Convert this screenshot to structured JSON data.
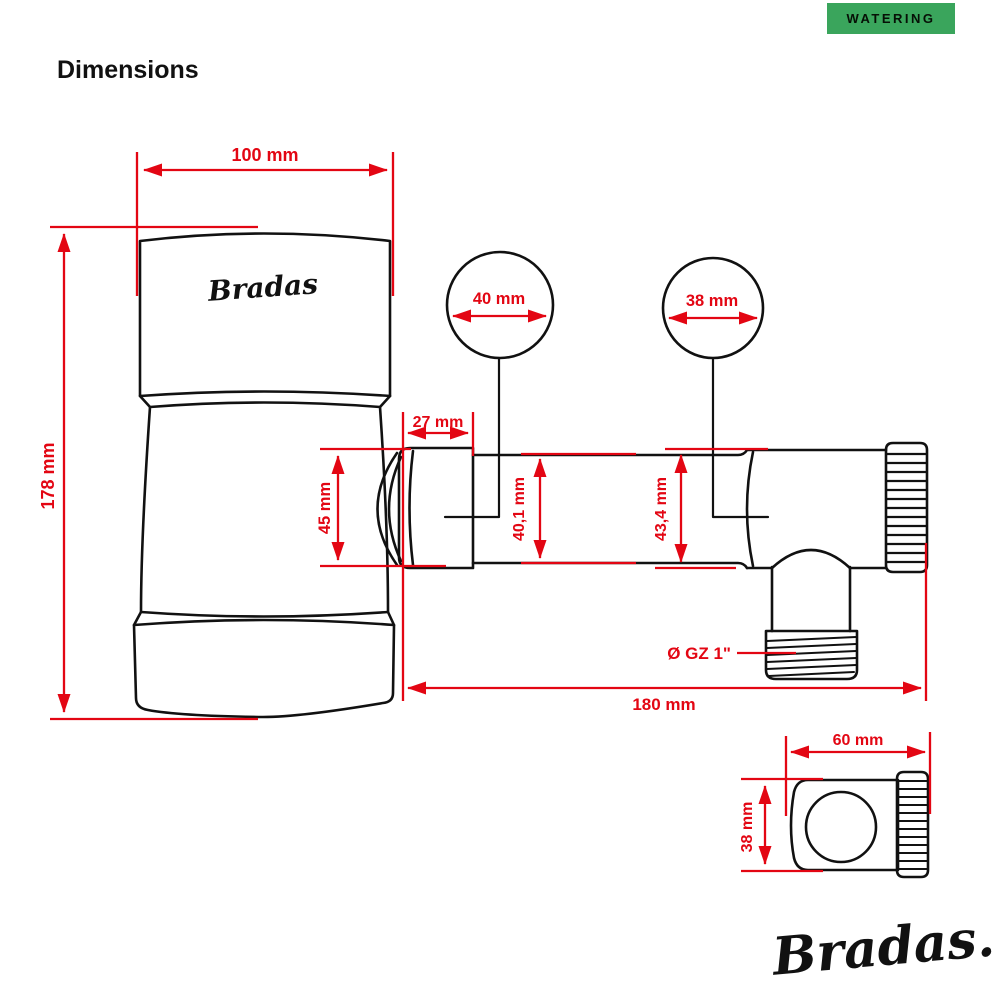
{
  "badge": {
    "label": "WATERING",
    "bg_color": "#3aa55c"
  },
  "page": {
    "title": "Dimensions"
  },
  "product": {
    "engraving": "Bradas"
  },
  "brand": {
    "logo": "Bradas."
  },
  "colors": {
    "dimension_red": "#e30613",
    "outline_black": "#111111"
  },
  "dimensions": {
    "top_width": "100 mm",
    "total_height": "178 mm",
    "collar_width": "27 mm",
    "collar_height": "45 mm",
    "circle_left_diameter": "40 mm",
    "circle_right_diameter": "38 mm",
    "pipe_diameter": "40,1 mm",
    "body_diameter": "43,4 mm",
    "thread_size": "Ø GZ 1\"",
    "total_length": "180 mm",
    "side_view_width": "60  mm",
    "side_view_height": "38 mm"
  }
}
